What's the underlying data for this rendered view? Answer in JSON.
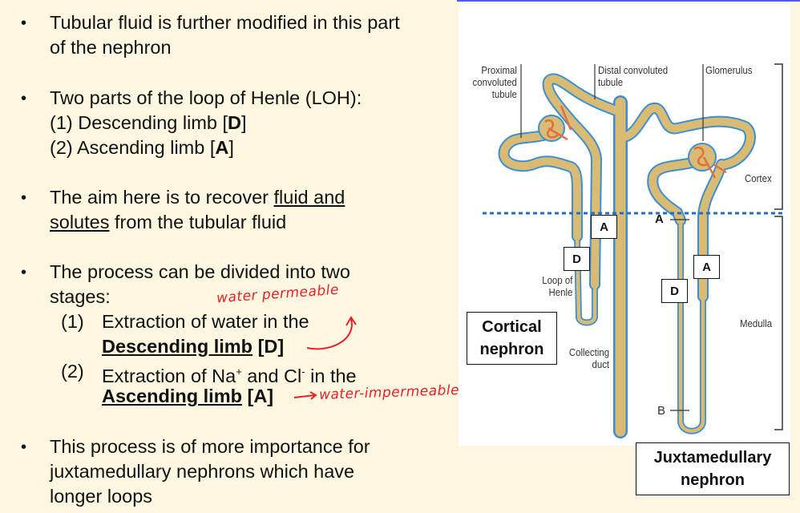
{
  "bullets": [
    {
      "lines": [
        "Tubular fluid is further modified in this part",
        "of the nephron"
      ]
    },
    {
      "lines": [
        "Two parts of the loop of Henle (LOH):"
      ],
      "sub": [
        {
          "pre": "(1) Descending limb [",
          "bold": "D",
          "post": "]"
        },
        {
          "pre": "(2) Ascending limb [",
          "bold": "A",
          "post": "]"
        }
      ]
    },
    {
      "pre": "The aim here is to recover ",
      "underlined1": "fluid and",
      "underlined2": "solutes",
      "post": " from the tubular fluid"
    },
    {
      "lines": [
        "The process can be divided into two",
        "stages:"
      ],
      "stages": [
        {
          "num": "(1)",
          "text": "Extraction of water in the",
          "bold_u": "Descending limb",
          "bold_tail": " [D]"
        },
        {
          "num": "(2)",
          "text_a": "Extraction of Na",
          "sup1": "+",
          "text_b": " and Cl",
          "sup2": "-",
          "text_c": " in the",
          "bold_u": "Ascending limb",
          "bold_tail": " [A]"
        }
      ]
    },
    {
      "lines": [
        "This process is of more importance for",
        "juxtamedullary nephrons which have",
        "longer loops"
      ]
    }
  ],
  "annotations": {
    "permeable": "water permeable",
    "impermeable": "water-impermeable"
  },
  "diagram": {
    "proximal": [
      "Proximal",
      "convoluted",
      "tubule"
    ],
    "distal": [
      "Distal convoluted",
      "tubule"
    ],
    "glomerulus": "Glomerulus",
    "cortex": "Cortex",
    "medulla": "Medulla",
    "loop": [
      "Loop of",
      "Henle"
    ],
    "collecting": [
      "Collecting",
      "duct"
    ],
    "marker_a": "A",
    "marker_b": "B",
    "box_a": "A",
    "box_d": "D",
    "cortical": [
      "Cortical",
      "nephron"
    ],
    "juxta": [
      "Juxtamedullary",
      "nephron"
    ]
  },
  "colors": {
    "tube": "#d9bb74",
    "outline": "#3d8fd4",
    "vessel": "#e2703f",
    "ink": "#e8202a",
    "background": "#fdf6e1"
  }
}
